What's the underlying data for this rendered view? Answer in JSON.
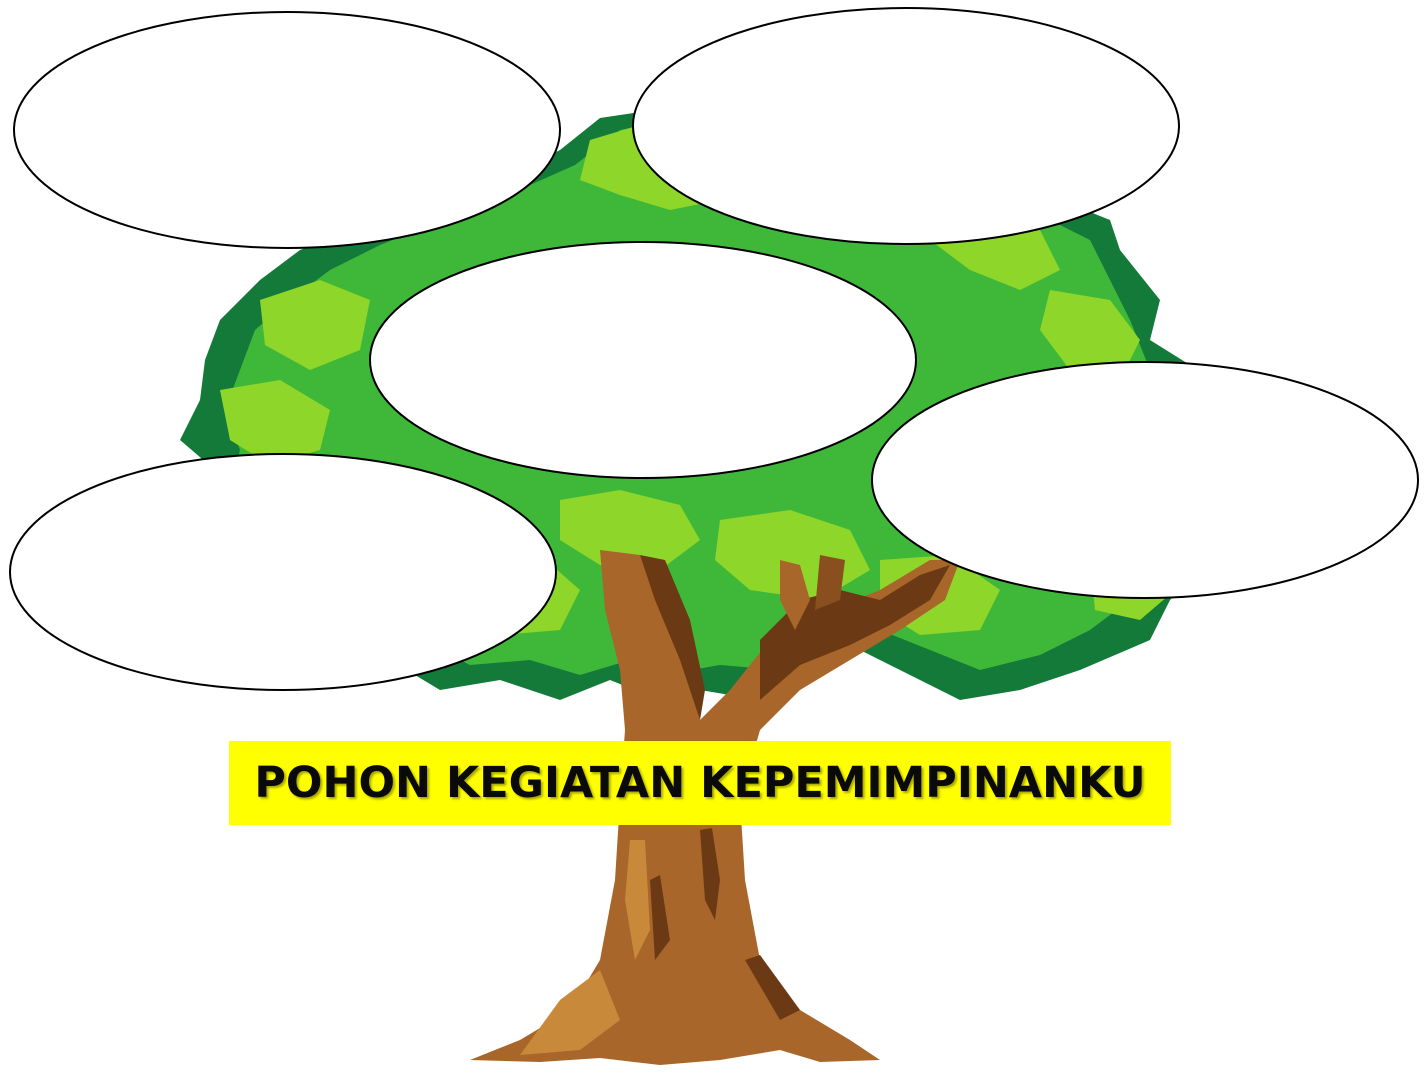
{
  "title": "POHON KEGIATAN KEPEMIMPINANKU",
  "colors": {
    "leaf_light": "#8fd62a",
    "leaf_mid": "#3fb83a",
    "leaf_dark": "#137a3a",
    "trunk_main": "#a8662a",
    "trunk_dark": "#6b3a14",
    "trunk_light": "#c9893a",
    "banner": "#ffff00",
    "bubble_fill": "#ffffff",
    "bubble_stroke": "#000000"
  },
  "bubbles": [
    {
      "id": "bubble-top-left",
      "text": ""
    },
    {
      "id": "bubble-top-right",
      "text": ""
    },
    {
      "id": "bubble-center",
      "text": ""
    },
    {
      "id": "bubble-mid-right",
      "text": ""
    },
    {
      "id": "bubble-bottom-left",
      "text": ""
    }
  ]
}
